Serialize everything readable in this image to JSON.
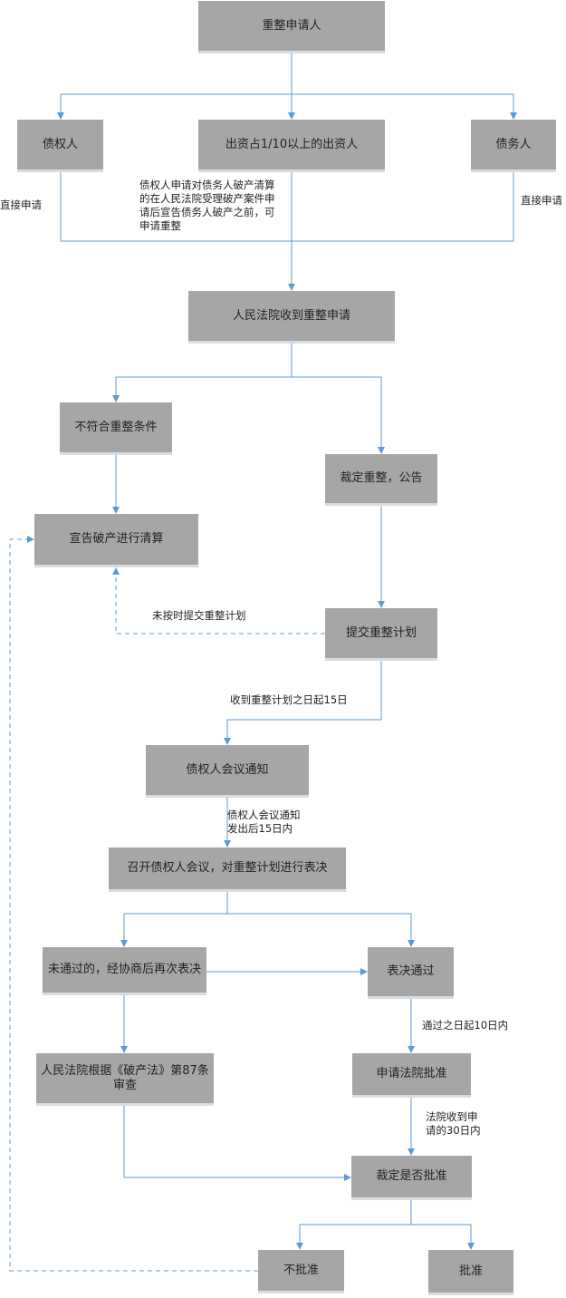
{
  "colors": {
    "node_fill": "#a6a6a6",
    "connector": "#5b9bd5",
    "text": "#222222"
  },
  "nodes": {
    "applicant": "重整申请人",
    "creditor": "债权人",
    "investor": "出资占1/10以上的出资人",
    "debtor": "债务人",
    "court_receives": "人民法院收到重整申请",
    "not_qualified": "不符合重整条件",
    "ruling_announce": "裁定重整，公告",
    "declare_bankruptcy": "宣告破产进行清算",
    "submit_plan": "提交重整计划",
    "meeting_notice": "债权人会议通知",
    "convene_meeting": "召开债权人会议，对重整计划进行表决",
    "not_passed": "未通过的，经协商后再次表决",
    "vote_passed": "表决通过",
    "court_review": "人民法院根据《破产法》第87条审查",
    "apply_approval": "申请法院批准",
    "ruling_decision": "裁定是否批准",
    "rejected": "不批准",
    "approved": "批准"
  },
  "labels": {
    "left_direct": "直接申请",
    "right_direct": "直接申请",
    "investor_condition": "债权人申请对债务人破产清算的在人民法院受理破产案件申请后宣告债务人破产之前，可申请重整",
    "late_submission": "未按时提交重整计划",
    "within_15_days": "收到重整计划之日起15日",
    "after_notice": "债权人会议通知发出后15日内",
    "within_10_days": "通过之日起10日内",
    "within_30_days": "法院收到申请的30日内"
  }
}
